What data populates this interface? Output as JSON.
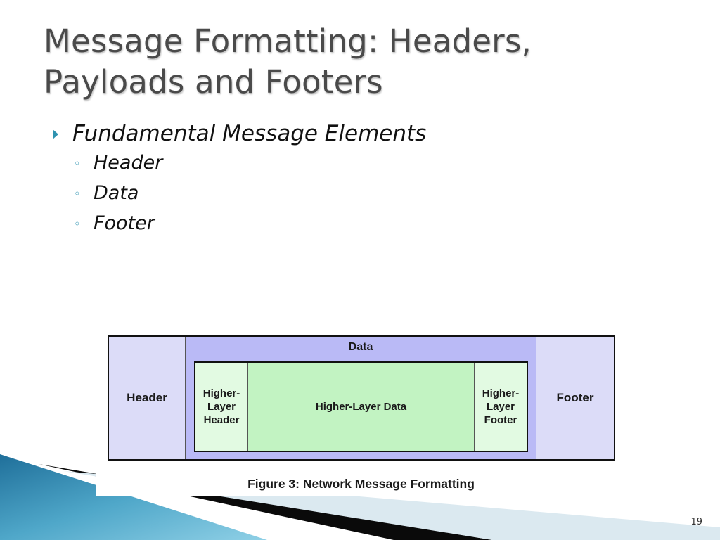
{
  "slide": {
    "title_line1": "Message Formatting: Headers,",
    "title_line2": "Payloads and Footers",
    "page_number": "19"
  },
  "bullets": {
    "main": "Fundamental Message Elements",
    "sub": [
      "Header",
      "Data",
      "Footer"
    ]
  },
  "figure": {
    "header": "Header",
    "data": "Data",
    "footer": "Footer",
    "higher_layer_header": [
      "Higher-",
      "Layer",
      "Header"
    ],
    "higher_layer_data": "Higher-Layer Data",
    "higher_layer_footer": [
      "Higher-",
      "Layer",
      "Footer"
    ],
    "caption": "Figure 3: Network Message Formatting"
  },
  "colors": {
    "accent": "#2f93b0",
    "outer_cell": "#dcdcf8",
    "data_cell": "#babaf6",
    "inner_data": "#c2f3c2",
    "inner_side": "#e2fae2"
  }
}
